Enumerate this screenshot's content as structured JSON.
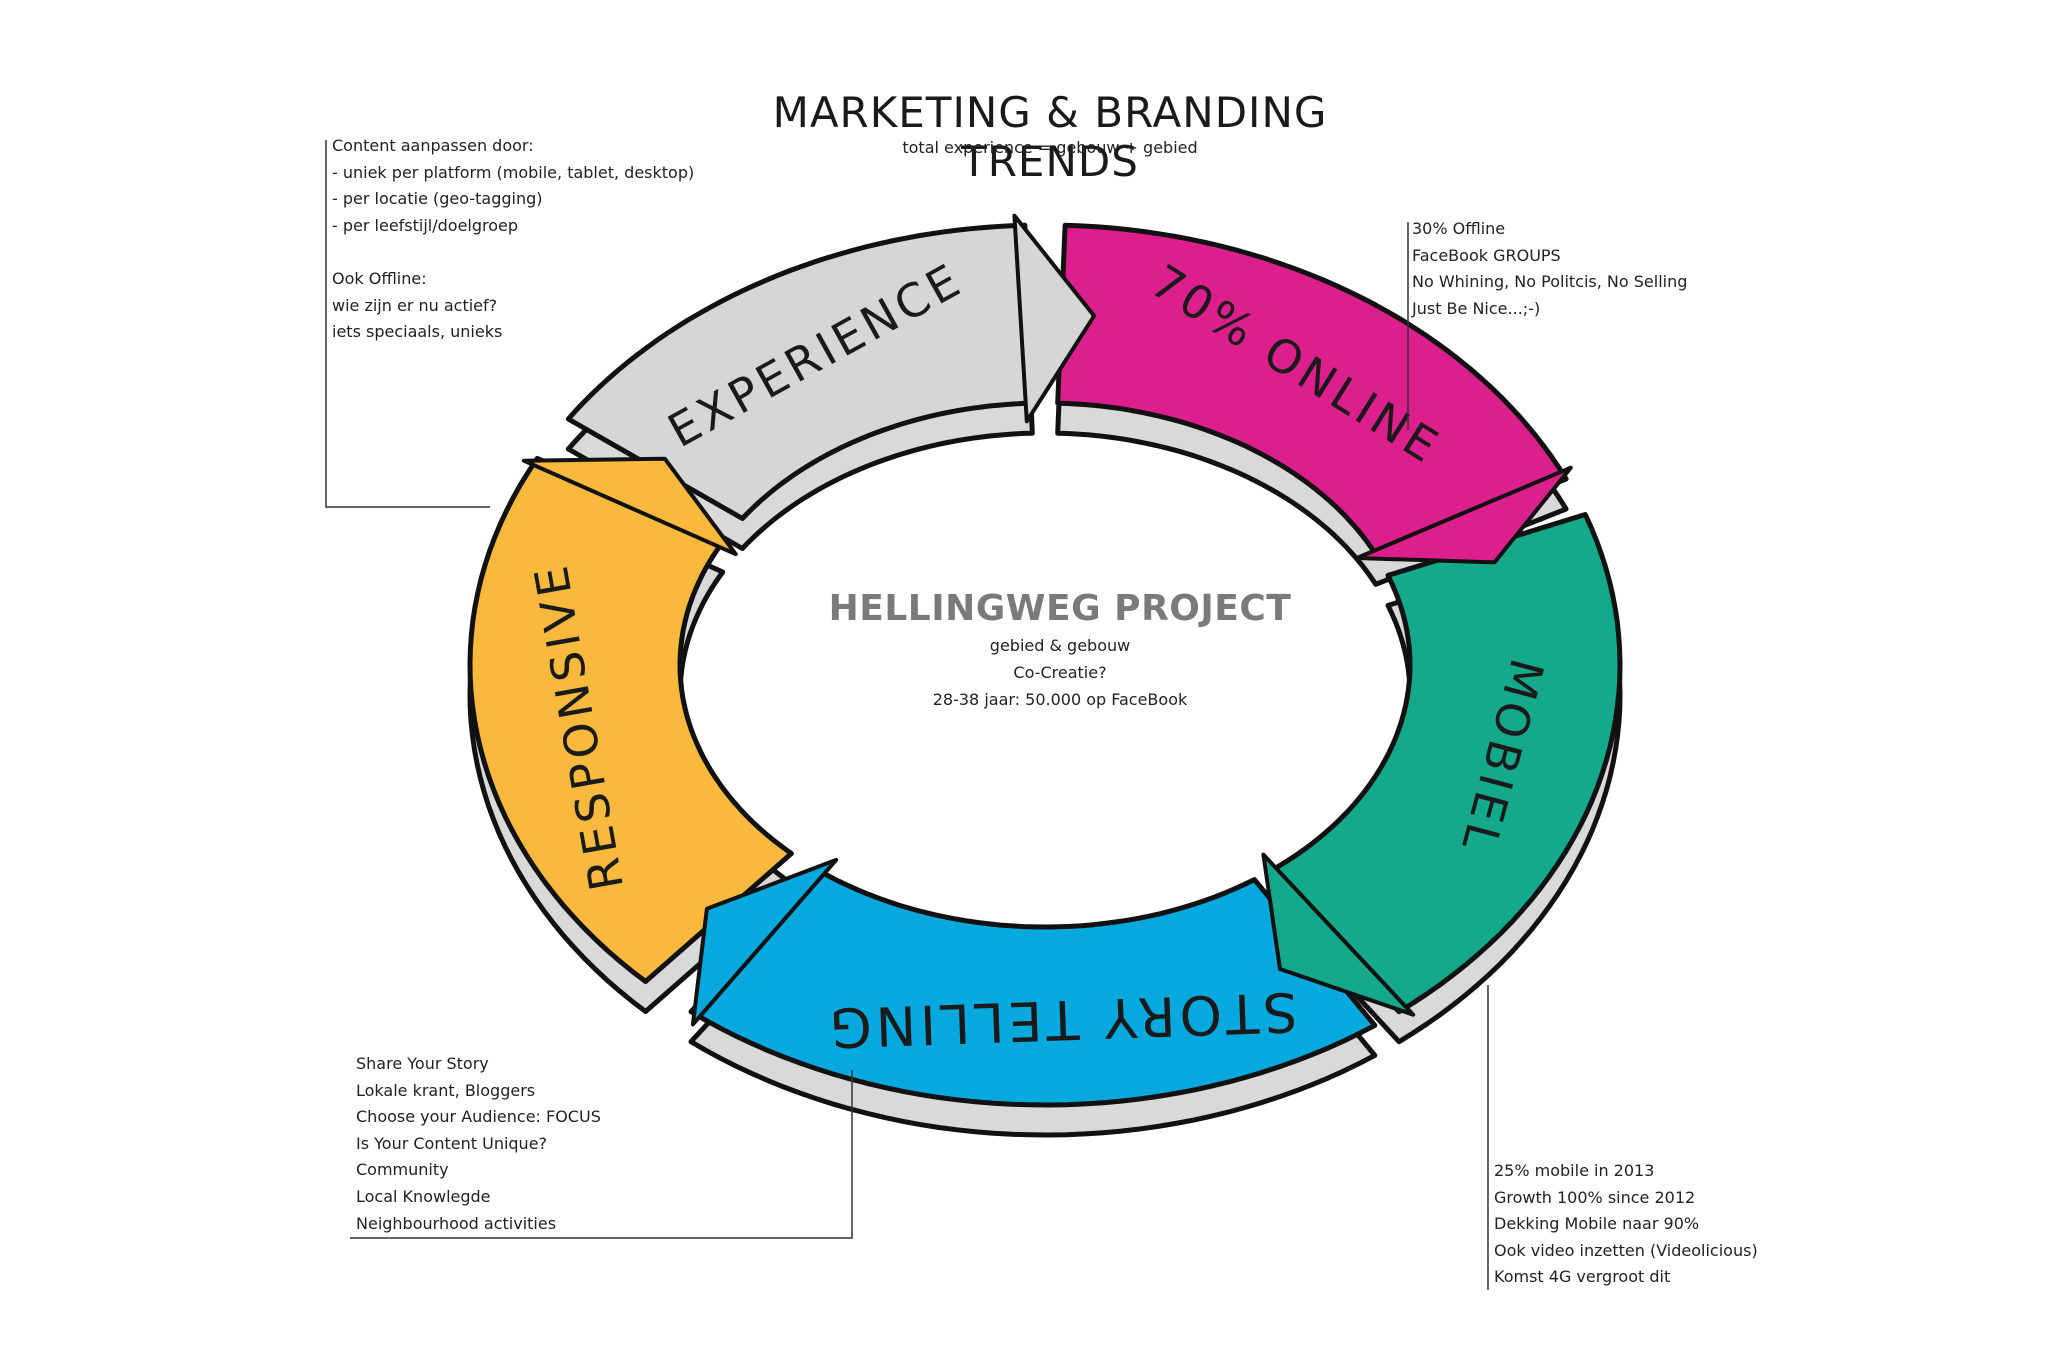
{
  "header": {
    "title": "MARKETING & BRANDING TRENDS",
    "subtitle": "total experience = gebouw + gebied"
  },
  "center": {
    "title": "HELLINGWEG PROJECT",
    "lines": [
      "gebied & gebouw",
      "Co-Creatie?",
      "28-38 jaar: 50.000 op FaceBook"
    ]
  },
  "segments": [
    {
      "label": "EXPERIENCE",
      "color": "#d6d6d6"
    },
    {
      "label": "70% ONLINE",
      "color": "#dc1f8c"
    },
    {
      "label": "MOBIEL",
      "color": "#13a98a"
    },
    {
      "label": "STORY TELLING",
      "color": "#06a9dd"
    },
    {
      "label": "RESPONSIVE",
      "color": "#f9b93c"
    }
  ],
  "notes": {
    "top_left": [
      "Content aanpassen door:",
      "- uniek per platform (mobile, tablet, desktop)",
      "- per locatie (geo-tagging)",
      "- per leefstijl/doelgroep",
      "",
      "Ook Offline:",
      "wie zijn er nu actief?",
      "iets speciaals, unieks"
    ],
    "top_right": [
      "30% Offline",
      "FaceBook GROUPS",
      "No Whining, No Politcis, No Selling",
      "Just Be Nice...;-)"
    ],
    "bottom_left": [
      "Share Your Story",
      "Lokale krant, Bloggers",
      "Choose your Audience: FOCUS",
      "Is Your Content Unique?",
      "Community",
      "Local Knowlegde",
      "Neighbourhood activities"
    ],
    "bottom_right": [
      "25% mobile in 2013",
      "Growth 100% since 2012",
      "Dekking Mobile naar 90%",
      "Ook video inzetten (Videolicious)",
      "Komst 4G vergroot dit"
    ]
  }
}
